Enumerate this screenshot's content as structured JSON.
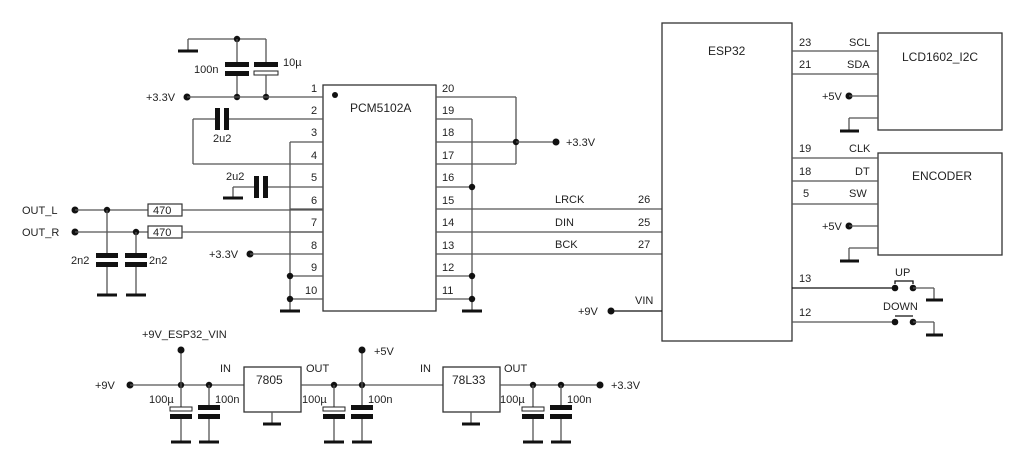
{
  "diagram": {
    "title": "PCM5102A + ESP32 audio schematic",
    "components": {
      "dac": {
        "label": "PCM5102A",
        "pins_left": [
          "1",
          "2",
          "3",
          "4",
          "5",
          "6",
          "7",
          "8",
          "9",
          "10"
        ],
        "pins_right": [
          "20",
          "19",
          "18",
          "17",
          "16",
          "15",
          "14",
          "13",
          "12",
          "11"
        ]
      },
      "mcu": {
        "label": "ESP32",
        "pin_vin": "VIN"
      },
      "lcd": {
        "label": "LCD1602_I2C"
      },
      "encoder": {
        "label": "ENCODER"
      },
      "reg5": {
        "label": "7805",
        "in": "IN",
        "out": "OUT"
      },
      "reg33": {
        "label": "78L33",
        "in": "IN",
        "out": "OUT"
      }
    },
    "signals": {
      "lrck": {
        "name": "LRCK",
        "pin": "26"
      },
      "din": {
        "name": "DIN",
        "pin": "25"
      },
      "bck": {
        "name": "BCK",
        "pin": "27"
      },
      "scl": {
        "name": "SCL",
        "pin": "23"
      },
      "sda": {
        "name": "SDA",
        "pin": "21"
      },
      "clk": {
        "name": "CLK",
        "pin": "19"
      },
      "dt": {
        "name": "DT",
        "pin": "18"
      },
      "sw": {
        "name": "SW",
        "pin": "5"
      },
      "up": {
        "name": "UP",
        "pin": "13"
      },
      "down": {
        "name": "DOWN",
        "pin": "12"
      }
    },
    "rails": {
      "v33": "+3.3V",
      "v5": "+5V",
      "v9": "+9V",
      "v9esp": "+9V_ESP32_VIN"
    },
    "outputs": {
      "left": "OUT_L",
      "right": "OUT_R"
    },
    "values": {
      "c100n": "100n",
      "c10u": "10µ",
      "c2u2": "2u2",
      "c2n2": "2n2",
      "r470": "470",
      "c100u": "100µ"
    }
  }
}
